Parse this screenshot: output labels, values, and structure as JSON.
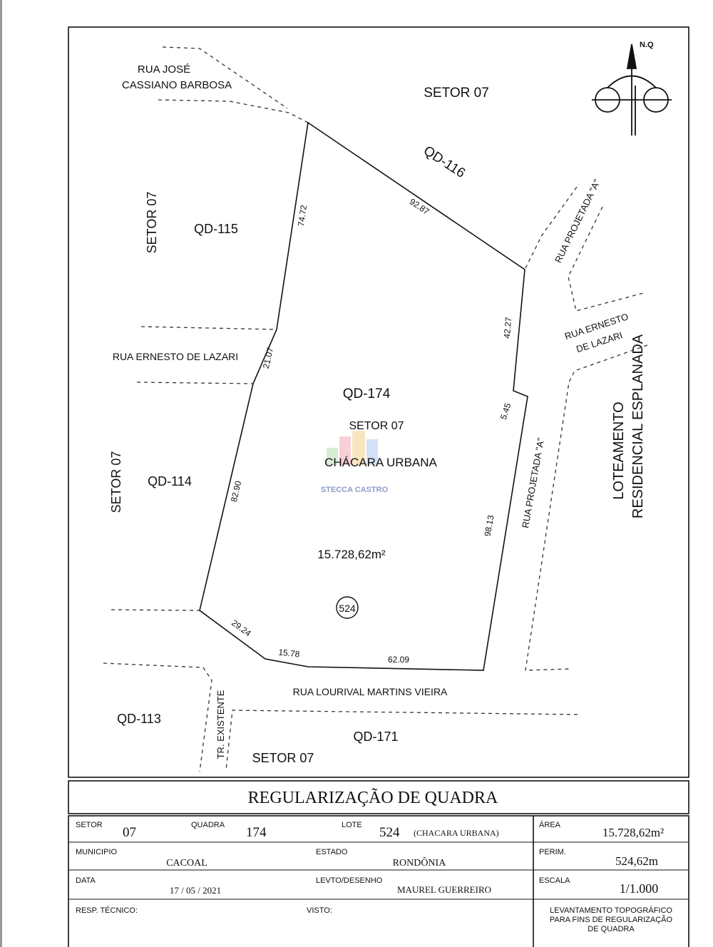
{
  "map": {
    "north_label": "N.Q",
    "watermark": "STECCA CASTRO",
    "streets": {
      "jose_1": "RUA JOSÉ",
      "jose_2": "CASSIANO BARBOSA",
      "ernesto_left": "RUA ERNESTO DE LAZARI",
      "ernesto_right_1": "RUA ERNESTO",
      "ernesto_right_2": "DE LAZARI",
      "projetada_top": "RUA PROJETADA \"A\"",
      "projetada_right": "RUA PROJETADA \"A\"",
      "lourival": "RUA LOURIVAL MARTINS VIEIRA",
      "tr_existente": "TR. EXISTENTE"
    },
    "blocks": {
      "qd116": "QD-116",
      "qd115": "QD-115",
      "qd114": "QD-114",
      "qd113": "QD-113",
      "qd171": "QD-171",
      "qd174": "QD-174"
    },
    "sectors": {
      "top": "SETOR 07",
      "left_upper": "SETOR 07",
      "left_lower": "SETOR 07",
      "bottom": "SETOR 07",
      "center": "SETOR 07"
    },
    "loteamento_1": "LOTEAMENTO",
    "loteamento_2": "RESIDENCIAL ESPLANADA",
    "center_label": "CHÁCARA URBANA",
    "area": "15.728,62m²",
    "lot_number": "524",
    "dimensions": {
      "d1": "92.87",
      "d2": "74.72",
      "d3": "21.07",
      "d4": "82.90",
      "d5": "42.27",
      "d6": "5.45",
      "d7": "98.13",
      "d8": "29.24",
      "d9": "15.78",
      "d10": "62.09"
    }
  },
  "title_block": {
    "title": "REGULARIZAÇÃO DE QUADRA",
    "setor_label": "SETOR",
    "setor_value": "07",
    "quadra_label": "QUADRA",
    "quadra_value": "174",
    "lote_label": "LOTE",
    "lote_value": "524",
    "lote_note": "(CHACARA URBANA)",
    "area_label": "ÁREA",
    "area_value": "15.728,62m²",
    "municipio_label": "MUNICIPIO",
    "municipio_value": "CACOAL",
    "estado_label": "ESTADO",
    "estado_value": "RONDÔNIA",
    "perim_label": "PERIM.",
    "perim_value": "524,62m",
    "data_label": "DATA",
    "data_value": "17 / 05 / 2021",
    "levto_label": "LEVTO/DESENHO",
    "levto_value": "MAUREL GUERREIRO",
    "escala_label": "ESCALA",
    "escala_value": "1/1.000",
    "resp_label": "RESP. TÉCNICO:",
    "visto_label": "VISTO:",
    "note_1": "LEVANTAMENTO TOPOGRÁFICO",
    "note_2": "PARA FINS DE REGULARIZAÇÃO",
    "note_3": "DE QUADRA"
  }
}
